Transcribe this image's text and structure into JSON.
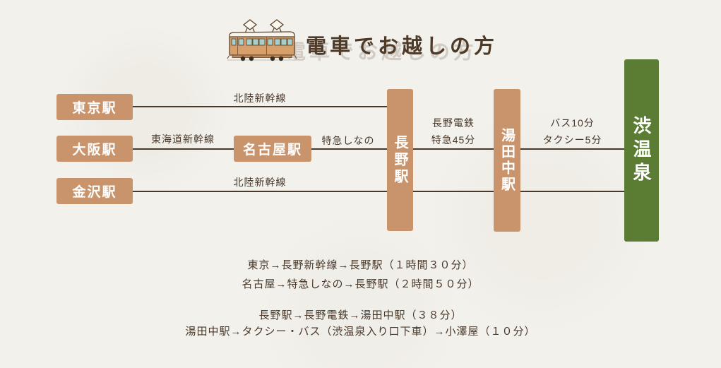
{
  "title": {
    "text": "電車でお越しの方"
  },
  "stations": {
    "tokyo": {
      "label": "東京駅"
    },
    "osaka": {
      "label": "大阪駅"
    },
    "kanazawa": {
      "label": "金沢駅"
    },
    "nagoya": {
      "label": "名古屋駅"
    },
    "nagano": {
      "label": "長野駅"
    },
    "yudanaka": {
      "label": "湯田中駅"
    },
    "shibu_onsen": {
      "label": "渋温泉"
    }
  },
  "routes": {
    "hokuriku_shinkansen_top": "北陸新幹線",
    "tokaido_shinkansen": "東海道新幹線",
    "limited_express_shinano": "特急しなの",
    "hokuriku_shinkansen_bottom": "北陸新幹線",
    "nagano_dentetsu_line1": "長野電鉄",
    "nagano_dentetsu_line2": "特急45分",
    "bus_line1": "バス10分",
    "bus_line2": "タクシー5分"
  },
  "notes": {
    "group1": [
      "東京→長野新幹線→長野駅（１時間３０分）",
      "名古屋→特急しなの→長野駅（２時間５０分）"
    ],
    "group2": [
      "長野駅→長野電鉄→湯田中駅（３８分）",
      "湯田中駅→タクシー・バス（渋温泉入り口下車）→小澤屋（１０分）"
    ]
  },
  "colors": {
    "background": "#f3f1ec",
    "station_tan": "#c9946b",
    "shibu_green": "#5a7c33",
    "line": "#473a2c",
    "ink": "#48382a",
    "station_text": "#ffffff"
  }
}
